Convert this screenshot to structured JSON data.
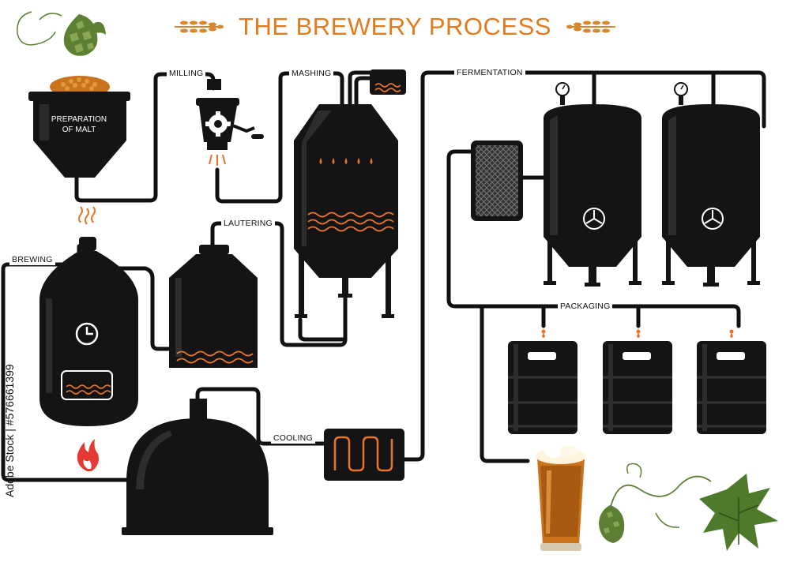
{
  "title": "THE BREWERY PROCESS",
  "steps": {
    "preparation_line1": "PREPARATION",
    "preparation_line2": "OF MALT",
    "milling": "MILLING",
    "mashing": "MASHING",
    "fermentation": "FERMENTATION",
    "lautering": "LAUTERING",
    "brewing": "BREWING",
    "cooling": "COOLING",
    "packaging": "PACKAGING"
  },
  "stock_id": "Adobe Stock | #576661399",
  "colors": {
    "title": "#e07b1f",
    "wheat": "#d9872a",
    "pipe": "#111111",
    "tank": "#141414",
    "accent": "#e8742a",
    "hop_green": "#5d7f33",
    "beer": "#c9741c",
    "fire": "#e53935"
  },
  "icons": [
    "hop-icon",
    "wheat-icon",
    "gear-icon",
    "clock-icon",
    "fan-icon",
    "fire-icon",
    "steam-icon",
    "beer-glass-icon",
    "hop-leaf-icon"
  ]
}
